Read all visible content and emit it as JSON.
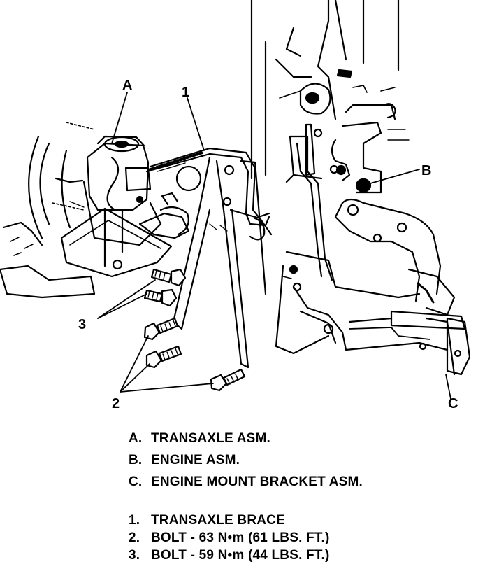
{
  "callouts": {
    "a": "A",
    "b": "B",
    "c": "C",
    "n1": "1",
    "n2": "2",
    "n3": "3"
  },
  "legend": {
    "assemblies": [
      {
        "key": "A.",
        "text": "TRANSAXLE ASM."
      },
      {
        "key": "B.",
        "text": "ENGINE ASM."
      },
      {
        "key": "C.",
        "text": "ENGINE MOUNT BRACKET ASM."
      }
    ],
    "parts": [
      {
        "key": "1.",
        "text": "TRANSAXLE BRACE"
      },
      {
        "key": "2.",
        "text": "BOLT - 63 N•m (61 LBS. FT.)"
      },
      {
        "key": "3.",
        "text": "BOLT - 59 N•m (44 LBS. FT.)"
      }
    ]
  }
}
